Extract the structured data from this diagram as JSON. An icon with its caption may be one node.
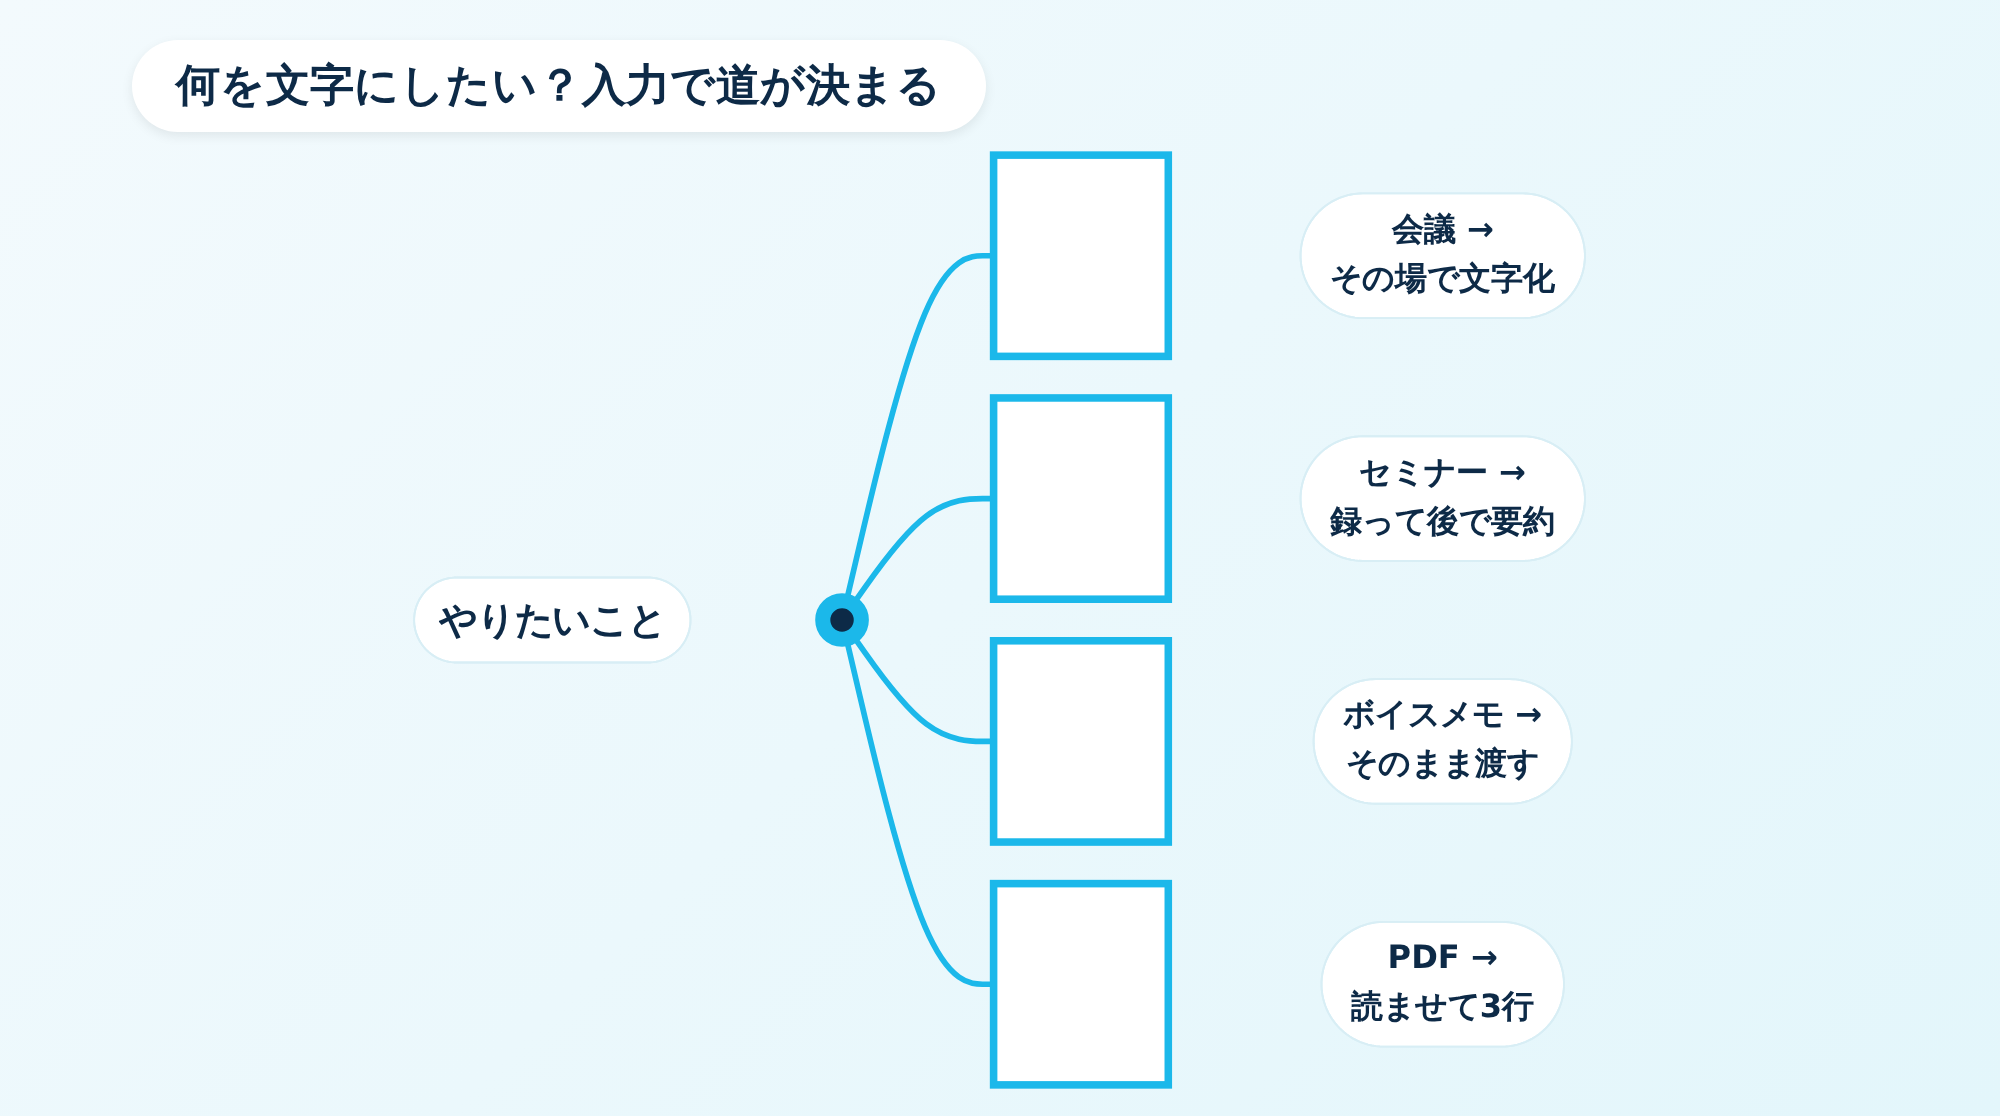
{
  "diagram": {
    "title": "何を文字にしたい？入力で道が決まる",
    "nodes": [
      {
        "text": [],
        "shape": "circle"
      },
      {
        "text": [],
        "shape": "box"
      },
      {
        "text": [
          "会議 →",
          "その場で文字化"
        ]
      },
      {
        "text": [],
        "shape": "box"
      },
      {
        "text": [
          "セミナー →",
          "録って後で要約"
        ]
      },
      {
        "text": [],
        "shape": "box"
      },
      {
        "text": [
          "ボイスメモ →",
          "そのまま渡す"
        ]
      },
      {
        "text": [],
        "shape": "box"
      },
      {
        "text": [
          "PDF →",
          "読ませて3行"
        ]
      },
      {
        "text": [
          "やりたいこと"
        ]
      }
    ],
    "edges": [
      {
        "from": 0,
        "to": 1,
        "arrow": "none"
      },
      {
        "from": 0,
        "to": 3,
        "arrow": "none"
      },
      {
        "from": 0,
        "to": 5,
        "arrow": "none"
      },
      {
        "from": 0,
        "to": 7,
        "arrow": "none"
      }
    ]
  }
}
